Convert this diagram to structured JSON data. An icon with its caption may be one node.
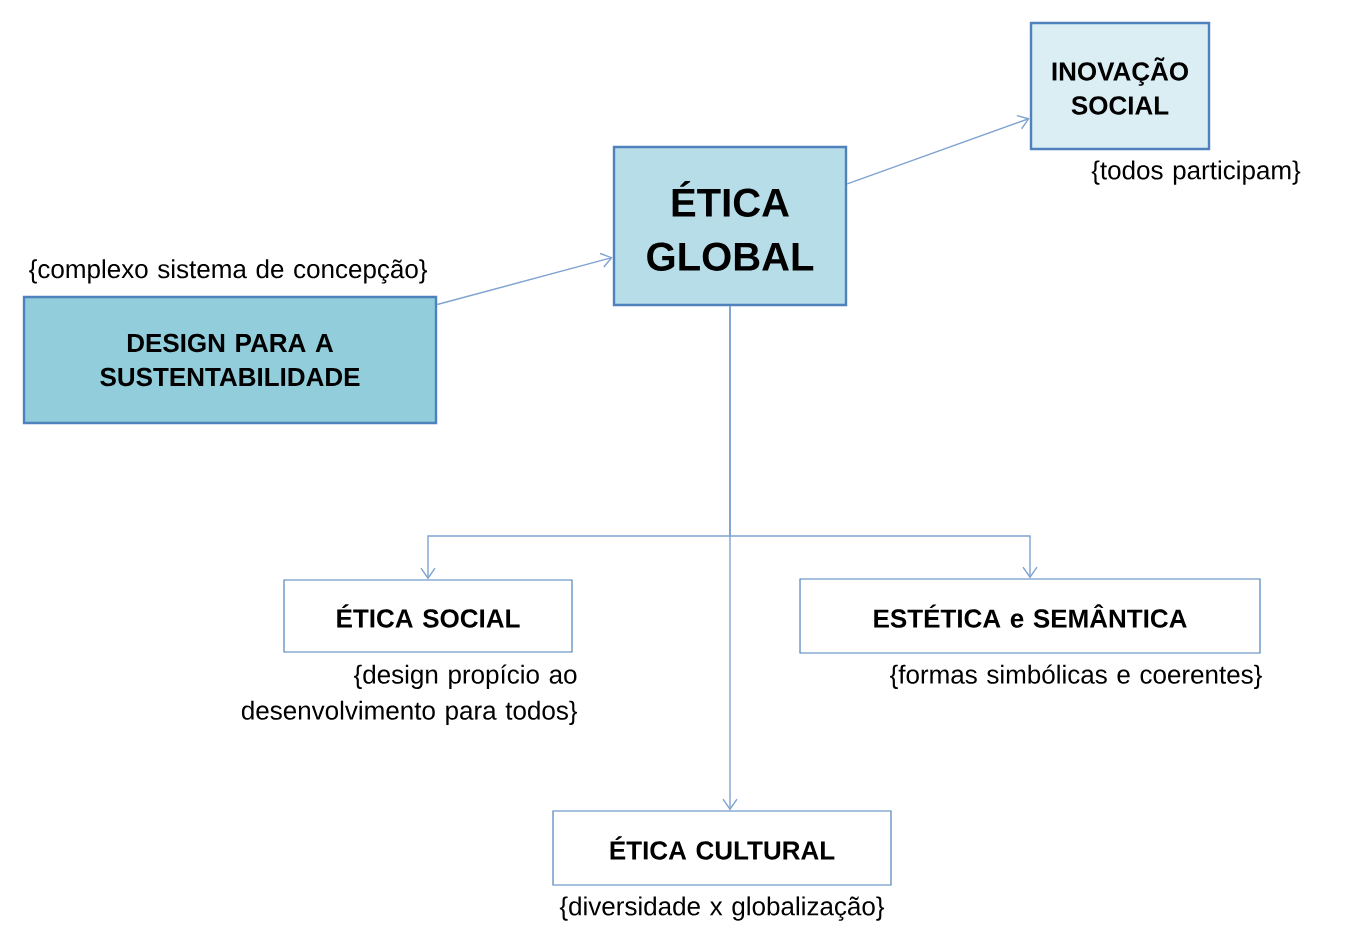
{
  "diagram": {
    "nodes": [
      {
        "text": [
          "DESIGN PARA A SUSTENTABILIDADE"
        ],
        "beside": [
          "{complexo sistema de concepção}"
        ]
      },
      {
        "text": [
          "ÉTICA GLOBAL"
        ]
      },
      {
        "text": [
          "INOVAÇÃO SOCIAL"
        ],
        "beside": [
          "{todos participam}"
        ]
      },
      {
        "text": [
          "ÉTICA SOCIAL"
        ],
        "beside": [
          "{design propício ao desenvolvimento para todos}"
        ]
      },
      {
        "text": [
          "ESTÉTICA e SEMÂNTICA"
        ],
        "beside": [
          "{formas simbólicas e coerentes}"
        ]
      },
      {
        "text": [
          "ÉTICA CULTURAL"
        ],
        "beside": [
          "{diversidade x globalização}"
        ]
      }
    ],
    "edges": [
      {
        "from": 0,
        "to": 1,
        "arrow": "to"
      },
      {
        "from": 1,
        "to": 2,
        "arrow": "to"
      },
      {
        "from": 1,
        "to": 3,
        "arrow": "to"
      },
      {
        "from": 1,
        "to": 4,
        "arrow": "to"
      },
      {
        "from": 1,
        "to": 5,
        "arrow": "to"
      }
    ]
  }
}
